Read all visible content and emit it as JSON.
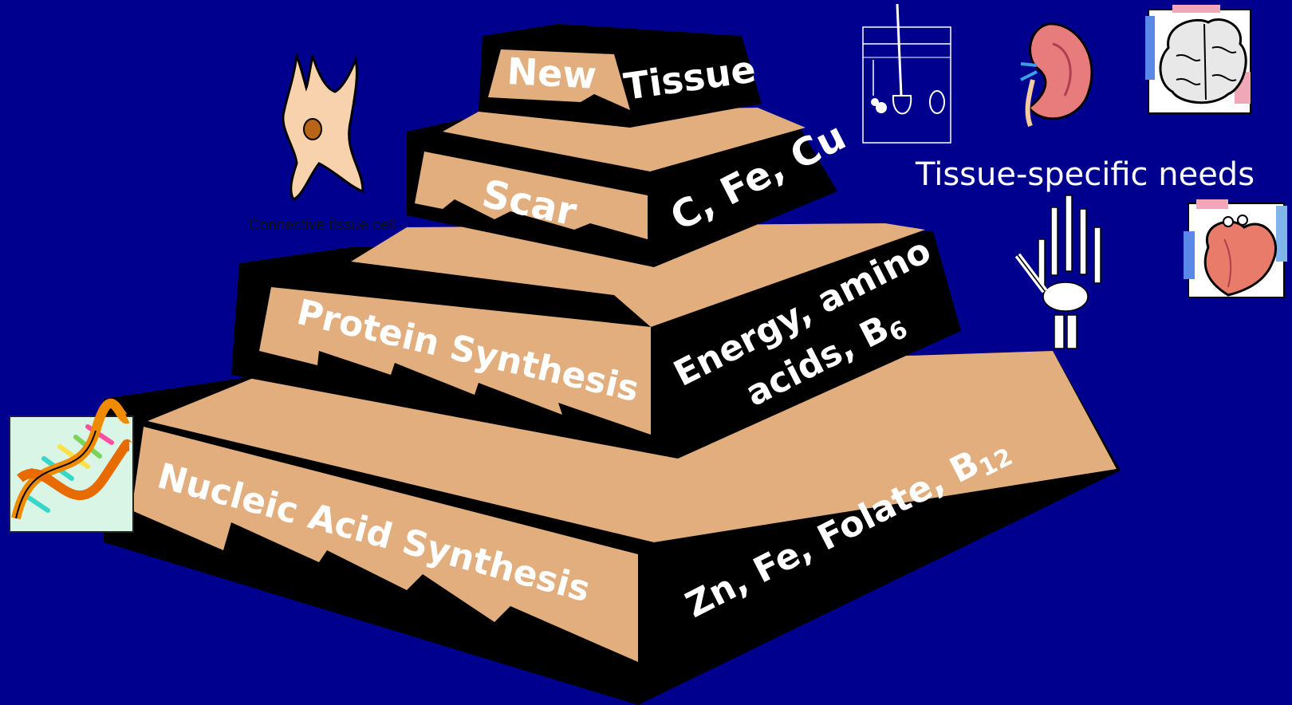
{
  "colors": {
    "background": "#00008e",
    "tan": "#e2ae7d",
    "black": "#000000",
    "text": "#ffffff"
  },
  "tiers": [
    {
      "id": "new-tissue",
      "left_label": "New",
      "right_label": "Tissue"
    },
    {
      "id": "scar",
      "left_label": "Scar",
      "right_label": "C, Fe, Cu"
    },
    {
      "id": "protein",
      "left_label": "Protein Synthesis",
      "right_line1": "Energy, amino",
      "right_line2_base": "acids, B",
      "right_line2_sub": "6"
    },
    {
      "id": "nucleic",
      "left_label": "Nucleic Acid Synthesis",
      "right_base": "Zn, Fe, Folate, B",
      "right_sub": "12"
    }
  ],
  "connective_cell": {
    "caption": "Connective tissue cell"
  },
  "tissue_needs": {
    "title": "Tissue-specific needs",
    "icons": [
      "skin-hair-follicle-icon",
      "kidney-icon",
      "brain-icon",
      "hand-skeleton-icon",
      "heart-icon"
    ]
  },
  "dna_icon": "dna-helix-icon"
}
